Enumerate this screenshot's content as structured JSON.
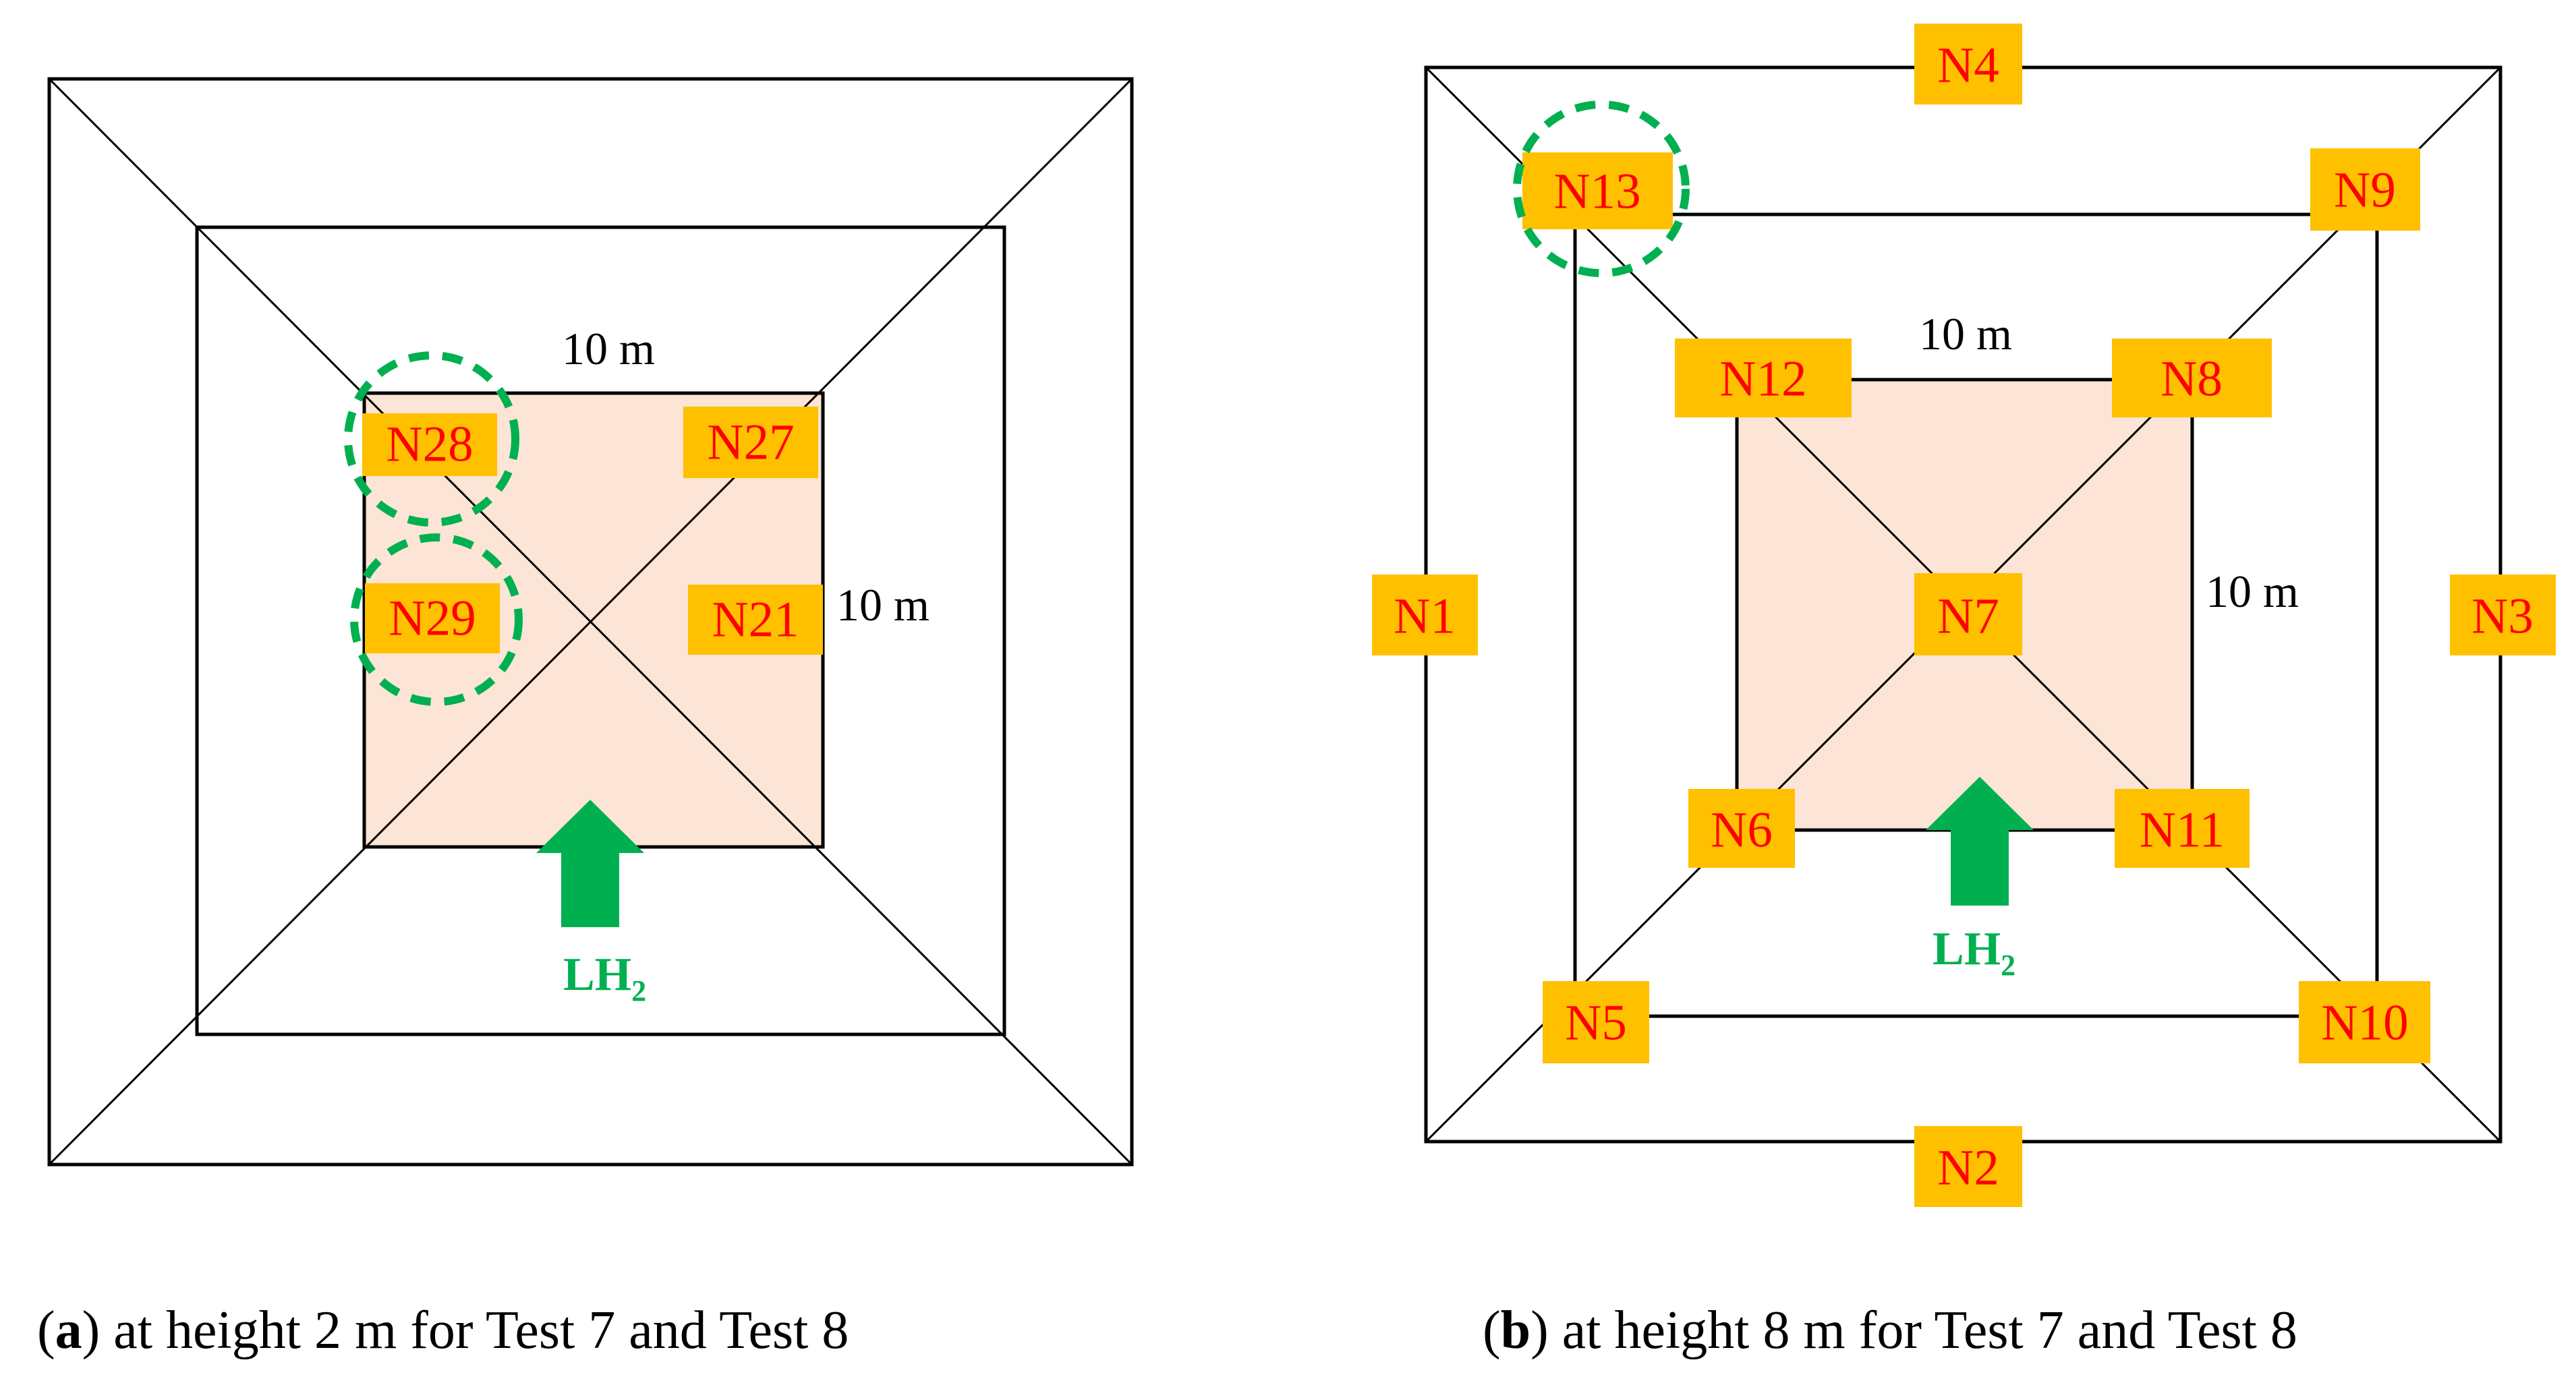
{
  "colors": {
    "node_fill": "#FFC000",
    "node_text": "#FF0000",
    "source_area_fill": "#FCE4D6",
    "marker_green": "#00B050",
    "outline": "#000000"
  },
  "panel_a": {
    "nodes": {
      "n28": "N28",
      "n27": "N27",
      "n29": "N29",
      "n21": "N21"
    },
    "dim_top": "10 m",
    "dim_right": "10 m",
    "lh2_main": "LH",
    "lh2_sub": "2",
    "caption_letter": "a",
    "caption_text": " at height 2 m for Test 7 and Test 8"
  },
  "panel_b": {
    "nodes": {
      "n4": "N4",
      "n13": "N13",
      "n9": "N9",
      "n12": "N12",
      "n8": "N8",
      "n1": "N1",
      "n7": "N7",
      "n3": "N3",
      "n6": "N6",
      "n11": "N11",
      "n5": "N5",
      "n10": "N10",
      "n2": "N2"
    },
    "dim_top": "10 m",
    "dim_right": "10 m",
    "lh2_main": "LH",
    "lh2_sub": "2",
    "caption_letter": "b",
    "caption_text": " at height 8 m for Test 7 and Test 8"
  }
}
